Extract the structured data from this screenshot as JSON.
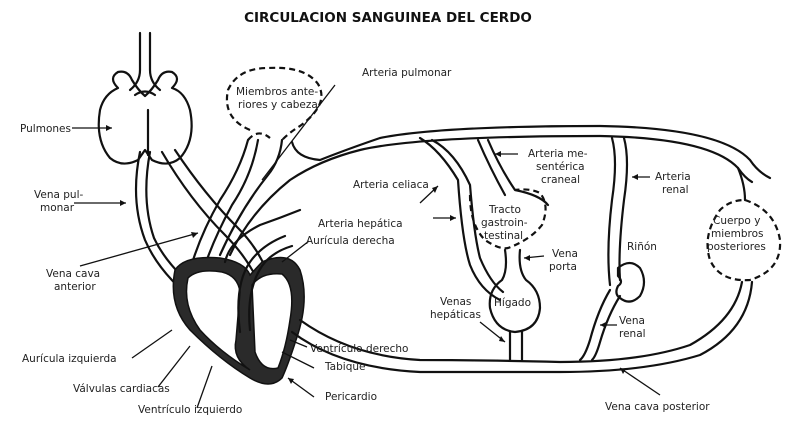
{
  "title": "CIRCULACION SANGUINEA DEL CERDO",
  "labels": {
    "pulmones": "Pulmones",
    "vena_pulmonar": [
      "Vena pul-",
      "monar"
    ],
    "vena_cava_anterior": [
      "Vena cava",
      "anterior"
    ],
    "auricula_izquierda": "Aurícula izquierda",
    "valvulas_cardiacas": "Válvulas cardiacas",
    "ventriculo_izquierdo": "Ventrículo izquierdo",
    "miembros_anteriores": [
      "Miembros ante-",
      "riores y cabeza"
    ],
    "arteria_pulmonar": "Arteria pulmonar",
    "arteria_celiaca": "Arteria celiaca",
    "arteria_hepatica": "Arteria hepática",
    "auricula_derecha": "Aurícula derecha",
    "ventriculo_derecho": "Ventrículo derecho",
    "tabique": "Tabique",
    "pericardio": "Pericardio",
    "arteria_mesenterica": [
      "Arteria me-",
      "sentérica",
      "craneal"
    ],
    "tracto_gastrointestinal": [
      "Tracto",
      "gastroin-",
      "testinal"
    ],
    "vena_porta": [
      "Vena",
      "porta"
    ],
    "higado": "Hígado",
    "venas_hepaticas": [
      "Venas",
      "hepáticas"
    ],
    "arteria_renal": [
      "Arteria",
      "renal"
    ],
    "rinon": "Riñón",
    "vena_renal": [
      "Vena",
      "renal"
    ],
    "cuerpo_miembros": [
      "Cuerpo y",
      "miembros",
      "posteriores"
    ],
    "vena_cava_posterior": "Vena cava posterior"
  }
}
